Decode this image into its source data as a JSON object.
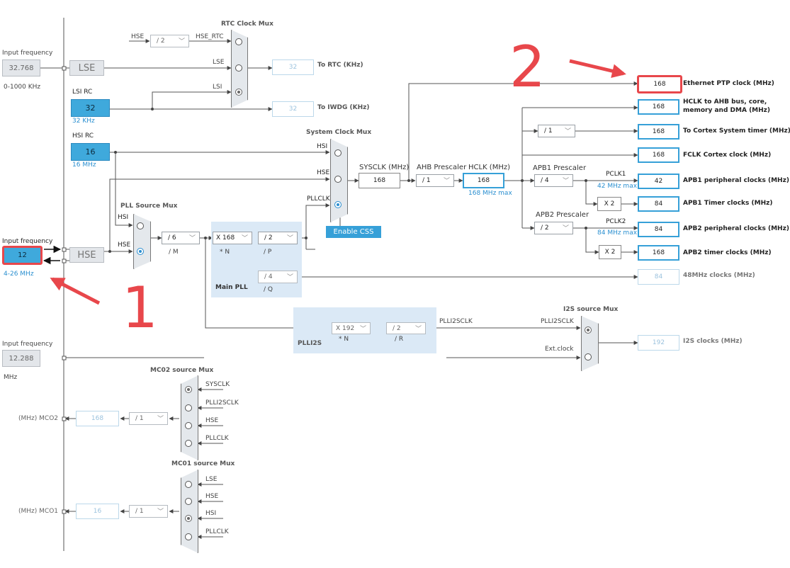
{
  "inputs": {
    "lse": {
      "label": "Input frequency",
      "value": "32.768",
      "range": "0-1000 KHz",
      "block": "LSE"
    },
    "lsi": {
      "title": "LSI RC",
      "value": "32",
      "unit": "32 KHz"
    },
    "hsi": {
      "title": "HSI RC",
      "value": "16",
      "unit": "16 MHz"
    },
    "hse": {
      "label": "Input frequency",
      "value": "12",
      "range": "4-26 MHz",
      "block": "HSE"
    },
    "i2s_ext": {
      "label": "Input frequency",
      "value": "12.288",
      "unit": "MHz"
    }
  },
  "rtc": {
    "title": "RTC Clock Mux",
    "hse_div": "/ 2",
    "hse_label": "HSE",
    "hse_rtc": "HSE_RTC",
    "lse_label": "LSE",
    "lsi_label": "LSI",
    "value": "32",
    "out_label": "To RTC (KHz)"
  },
  "iwdg": {
    "value": "32",
    "out_label": "To IWDG (KHz)"
  },
  "sysmux": {
    "title": "System Clock Mux",
    "hsi": "HSI",
    "hse": "HSE",
    "pllclk": "PLLCLK",
    "enable_css": "Enable CSS"
  },
  "pllsrc": {
    "title": "PLL Source Mux",
    "hsi": "HSI",
    "hse": "HSE"
  },
  "pll": {
    "m": "/ 6",
    "m_label": "/ M",
    "n": "X 168",
    "n_label": "* N",
    "p": "/ 2",
    "p_label": "/ P",
    "q": "/ 4",
    "q_label": "/ Q",
    "title": "Main PLL"
  },
  "sysclk": {
    "label": "SYSCLK (MHz)",
    "value": "168"
  },
  "ahb": {
    "label": "AHB Prescaler",
    "div": "/ 1",
    "hclk_label": "HCLK (MHz)",
    "hclk": "168",
    "hclk_max": "168 MHz max"
  },
  "apb1": {
    "label": "APB1 Prescaler",
    "div": "/ 4",
    "pclk_label": "PCLK1",
    "max": "42 MHz max",
    "timer_mul": "X 2"
  },
  "apb2": {
    "label": "APB2 Prescaler",
    "div": "/ 2",
    "pclk_label": "PCLK2",
    "max": "84 MHz max",
    "timer_mul": "X 2"
  },
  "cortex_div": "/ 1",
  "outputs": [
    {
      "value": "168",
      "label": "Ethernet PTP clock (MHz)"
    },
    {
      "value": "168",
      "label": "HCLK to AHB bus, core,",
      "label2": "memory and DMA (MHz)"
    },
    {
      "value": "168",
      "label": "To Cortex System timer (MHz)"
    },
    {
      "value": "168",
      "label": "FCLK Cortex clock (MHz)"
    },
    {
      "value": "42",
      "label": "APB1 peripheral clocks (MHz)"
    },
    {
      "value": "84",
      "label": "APB1 Timer clocks (MHz)"
    },
    {
      "value": "84",
      "label": "APB2 peripheral clocks (MHz)"
    },
    {
      "value": "168",
      "label": "APB2 timer clocks (MHz)"
    },
    {
      "value": "84",
      "label": "48MHz clocks (MHz)"
    },
    {
      "value": "192",
      "label": "I2S clocks (MHz)"
    }
  ],
  "plli2s": {
    "n": "X 192",
    "n_label": "* N",
    "r": "/ 2",
    "r_label": "/ R",
    "title": "PLLI2S",
    "out": "PLLI2SCLK"
  },
  "i2smux": {
    "title": "I2S source Mux",
    "in1": "PLLI2SCLK",
    "in2": "Ext.clock"
  },
  "mco2": {
    "title": "MC02 source Mux",
    "inputs": [
      "SYSCLK",
      "PLLI2SCLK",
      "HSE",
      "PLLCLK"
    ],
    "div": "/ 1",
    "value": "168",
    "out_label": "(MHz) MCO2"
  },
  "mco1": {
    "title": "MC01 source Mux",
    "inputs": [
      "LSE",
      "HSE",
      "HSI",
      "PLLCLK"
    ],
    "div": "/ 1",
    "value": "16",
    "out_label": "(MHz) MCO1"
  },
  "annotations": {
    "one": "1",
    "two": "2",
    "color": "#e8474b"
  },
  "colors": {
    "accent": "#36a0d8",
    "input_fill": "#3fa9dc",
    "region": "#dbe9f6"
  }
}
